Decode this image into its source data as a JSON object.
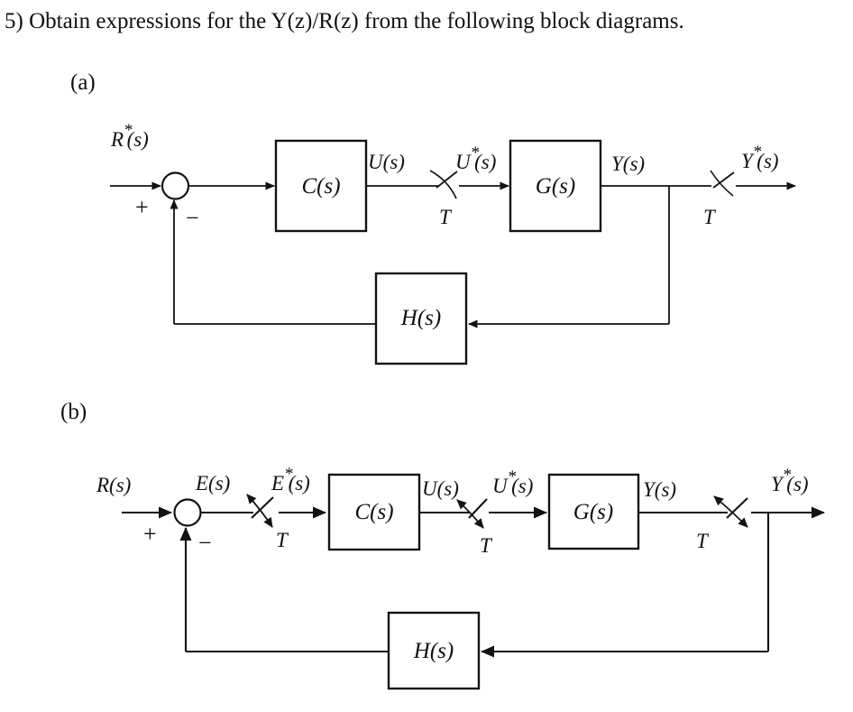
{
  "title": "5) Obtain expressions for the Y(z)/R(z) from the following block diagrams.",
  "a": {
    "section_label": "(a)",
    "r_star": {
      "base": "R",
      "sup": "*",
      "rest": "(s)"
    },
    "plus": "+",
    "minus": "−",
    "c_block": "C(s)",
    "g_block": "G(s)",
    "h_block": "H(s)",
    "u": "U(s)",
    "u_star": {
      "base": "U",
      "sup": "*",
      "rest": "(s)"
    },
    "y": "Y(s)",
    "y_star": {
      "base": "Y",
      "sup": "*",
      "rest": "(s)"
    },
    "t1": "T",
    "t2": "T"
  },
  "b": {
    "section_label": "(b)",
    "r": "R(s)",
    "plus": "+",
    "minus": "−",
    "e": "E(s)",
    "e_star": {
      "base": "E",
      "sup": "*",
      "rest": "(s)"
    },
    "c_block": "C(s)",
    "g_block": "G(s)",
    "h_block": "H(s)",
    "u": "U(s)",
    "u_star": {
      "base": "U",
      "sup": "*",
      "rest": "(s)"
    },
    "y": "Y(s)",
    "y_star": {
      "base": "Y",
      "sup": "*",
      "rest": "(s)"
    },
    "t1": "T",
    "t2": "T",
    "t3": "T"
  }
}
